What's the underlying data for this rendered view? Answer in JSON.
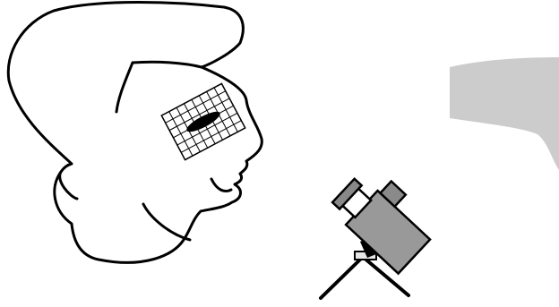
{
  "illustration": {
    "elements": [
      "head-outline",
      "cheek-grid-patch",
      "grid-lesion-mark",
      "curved-screen",
      "video-camera-on-tripod"
    ]
  },
  "colors": {
    "line": "#000000",
    "background": "#ffffff",
    "screen_fill": "#cccccc",
    "camera_body": "#999999",
    "camera_viewfinder": "#8a8a8a",
    "tripod_head": "#e6e6e6"
  }
}
